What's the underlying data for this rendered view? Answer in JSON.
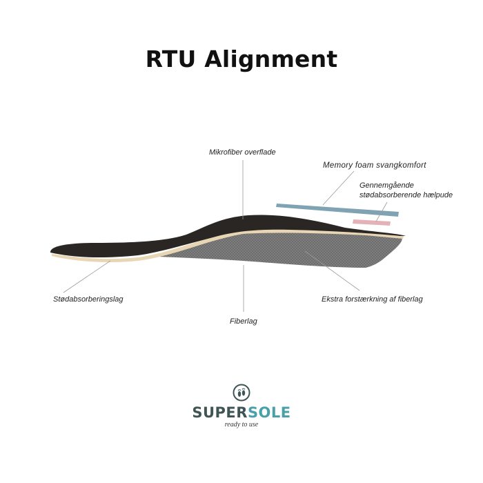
{
  "title": "RTU Alignment",
  "labels": {
    "mikrofiber": "Mikrofiber overflade",
    "memory": "Memory foam svangkomfort",
    "gennem_line1": "Gennemgående",
    "gennem_line2": "stødabsorberende hælpude",
    "stod": "Stødabsorberingslag",
    "fiber": "Fiberlag",
    "ekstra": "Ekstra forstærkning af fiberlag"
  },
  "logo": {
    "brand_part1": "SUPER",
    "brand_part2": "SOLE",
    "tagline": "ready to use",
    "icon": "feet-icon"
  },
  "colors": {
    "top_layer": "#2a2624",
    "foam": "#e8d5b4",
    "fiber": "#6f6f6f",
    "arch_pad": "#7fa3b2",
    "heel_pad": "#e3b1b6",
    "brand_dark": "#3f5555",
    "brand_teal": "#48a0a8"
  }
}
